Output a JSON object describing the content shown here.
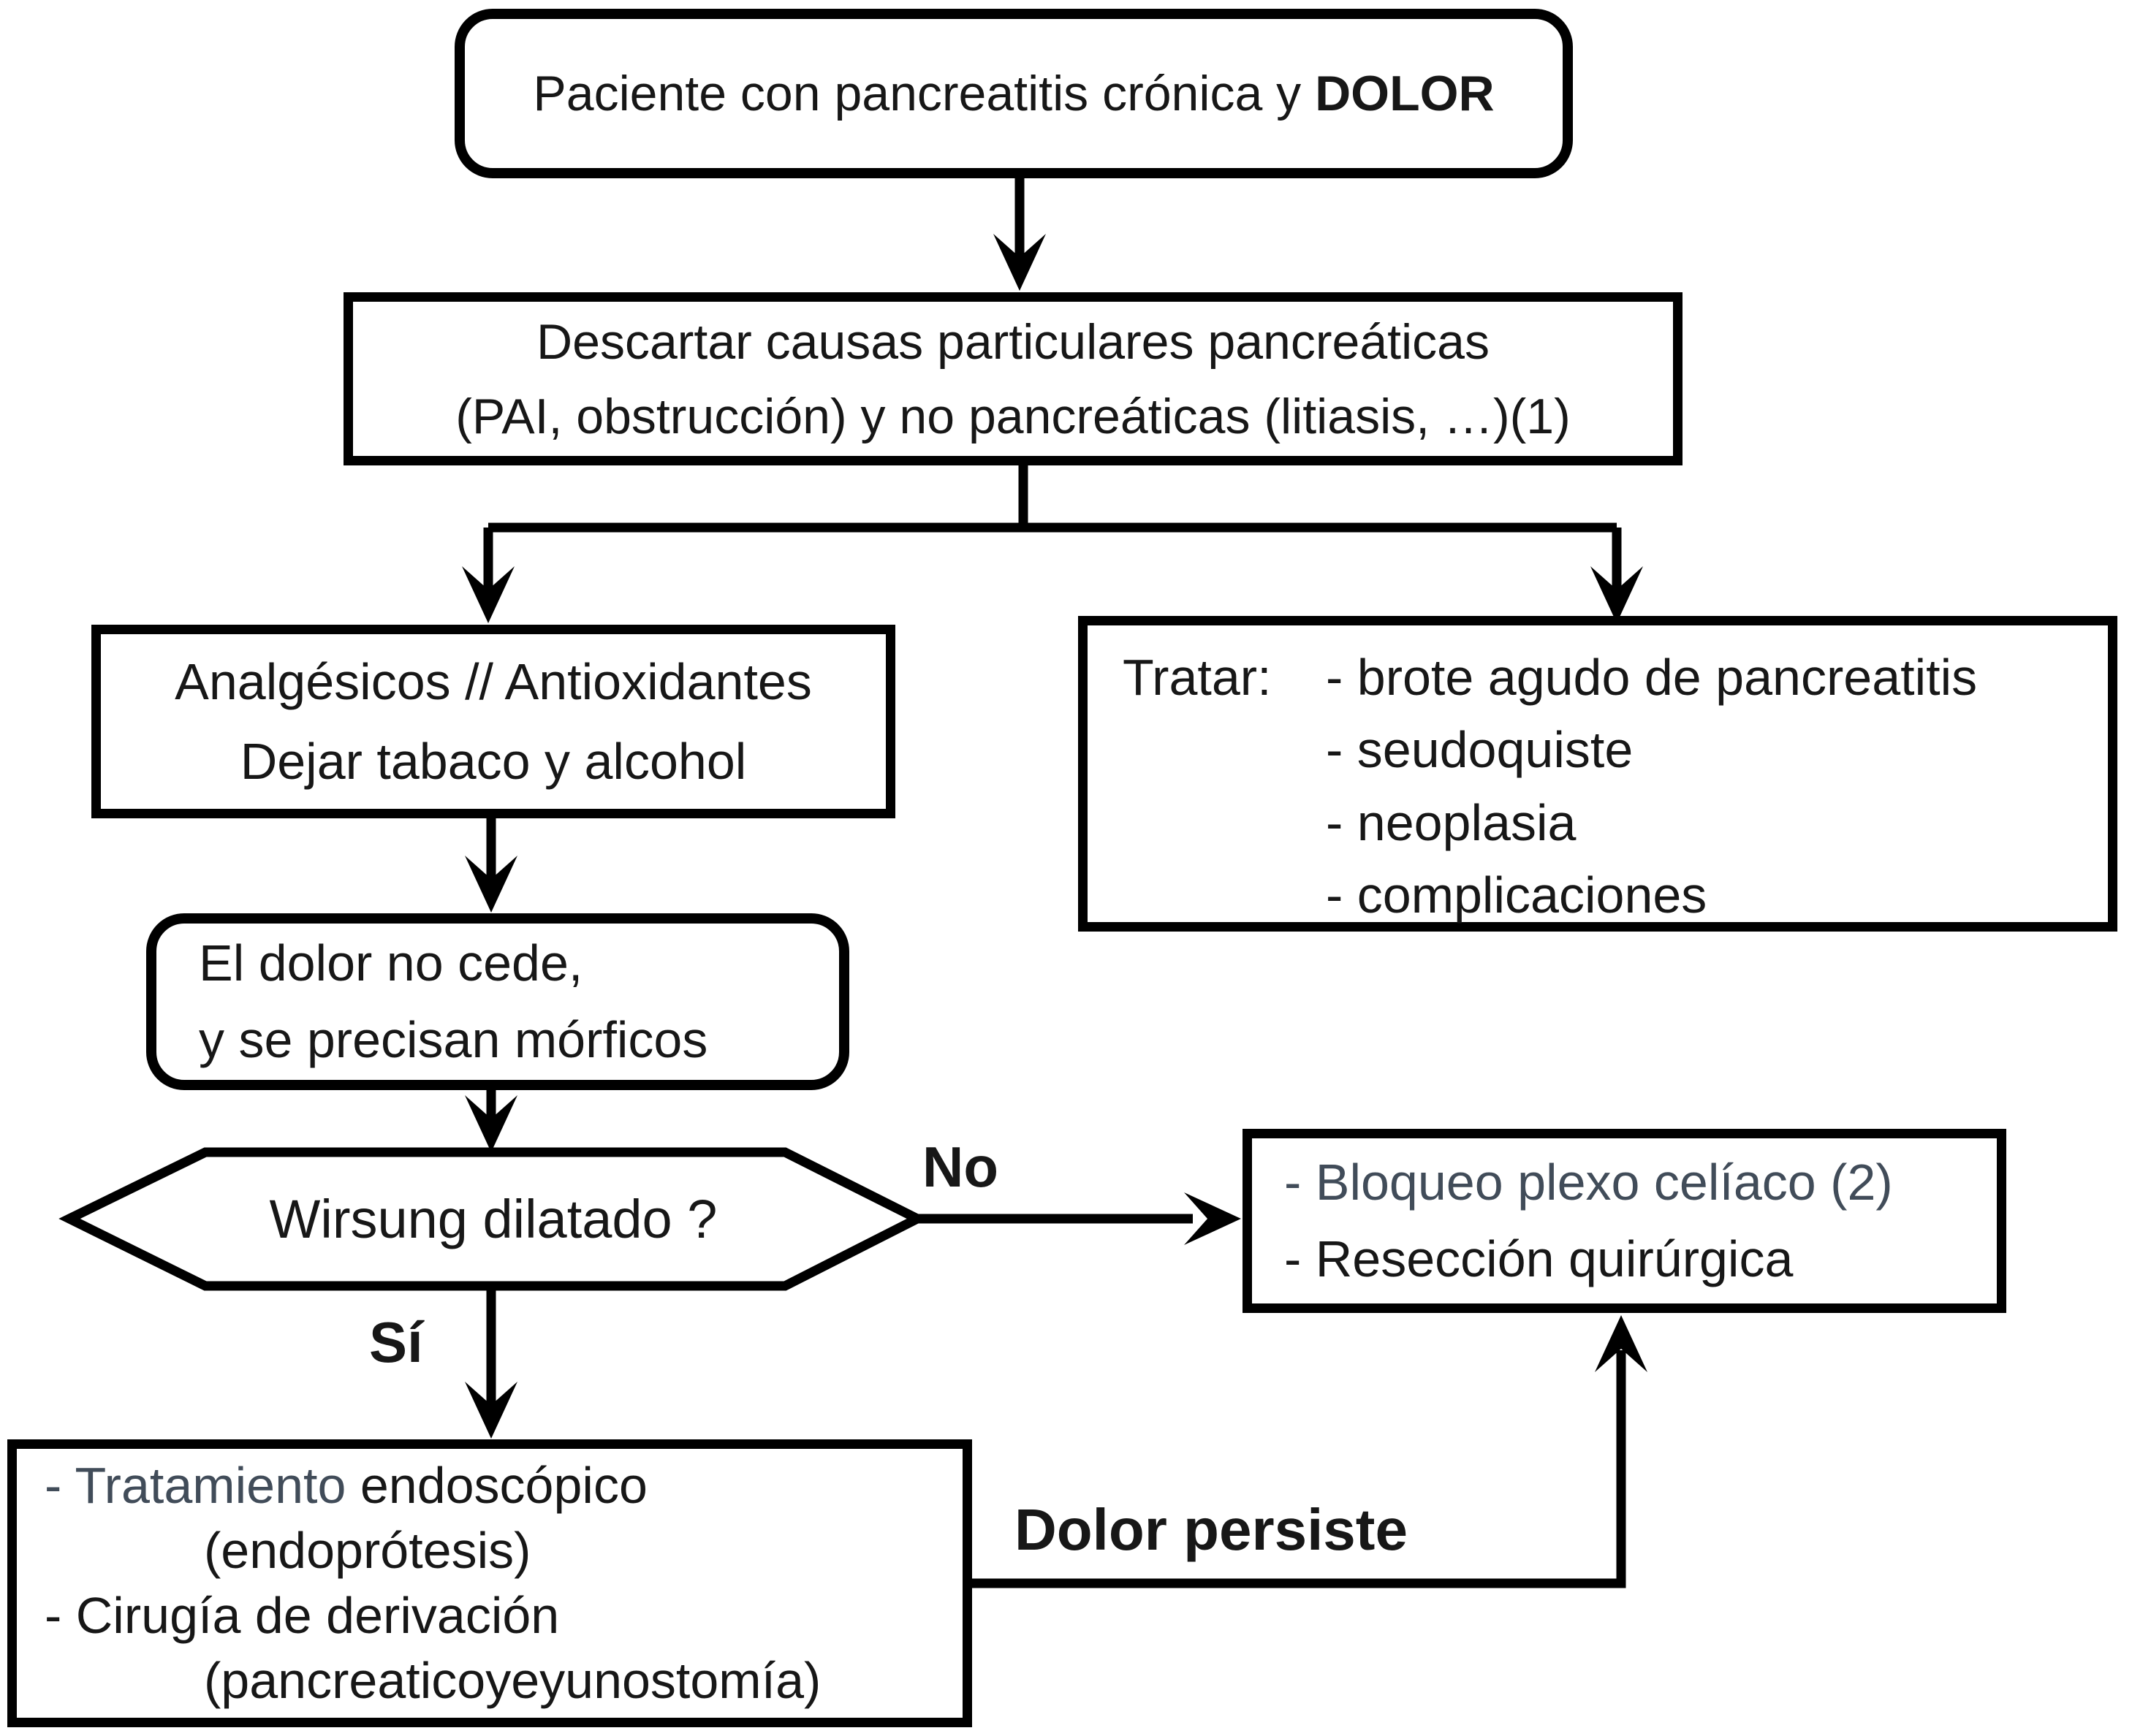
{
  "diagram": {
    "title_box": {
      "text_regular": "Paciente con pancreatitis crónica y ",
      "text_bold": "DOLOR"
    },
    "descartar_box": {
      "line1": "Descartar causas particulares pancreáticas",
      "line2": "(PAI, obstrucción) y no pancreáticas (litiasis, …)(1)"
    },
    "analgesicos_box": {
      "line1": "Analgésicos // Antioxidantes",
      "line2": "Dejar tabaco y alcohol"
    },
    "tratar_box": {
      "label": "Tratar:",
      "items": [
        "- brote agudo de pancreatitis",
        "- seudoquiste",
        "- neoplasia",
        "- complicaciones"
      ]
    },
    "dolor_box": {
      "line1": "El dolor no cede,",
      "line2": "y se precisan mórficos"
    },
    "decision_hexagon": {
      "question": "Wirsung dilatado ?"
    },
    "labels": {
      "no": "No",
      "si": "Sí",
      "dolor_persiste": "Dolor persiste"
    },
    "bloqueo_box": {
      "line1": "- Bloqueo plexo celíaco (2)",
      "line2": "- Resección quirúrgica"
    },
    "tratamiento_box": {
      "line1_colored": "- Tratamiento",
      "line1_rest": " endoscópico",
      "line2": "(endoprótesis)",
      "line3": "- Cirugía de derivación",
      "line4": "(pancreaticoyeyunostomía)"
    },
    "colors": {
      "line_color": "#000000",
      "text_color": "#171717",
      "accent_text_color": "#414c59",
      "background": "#ffffff"
    }
  }
}
